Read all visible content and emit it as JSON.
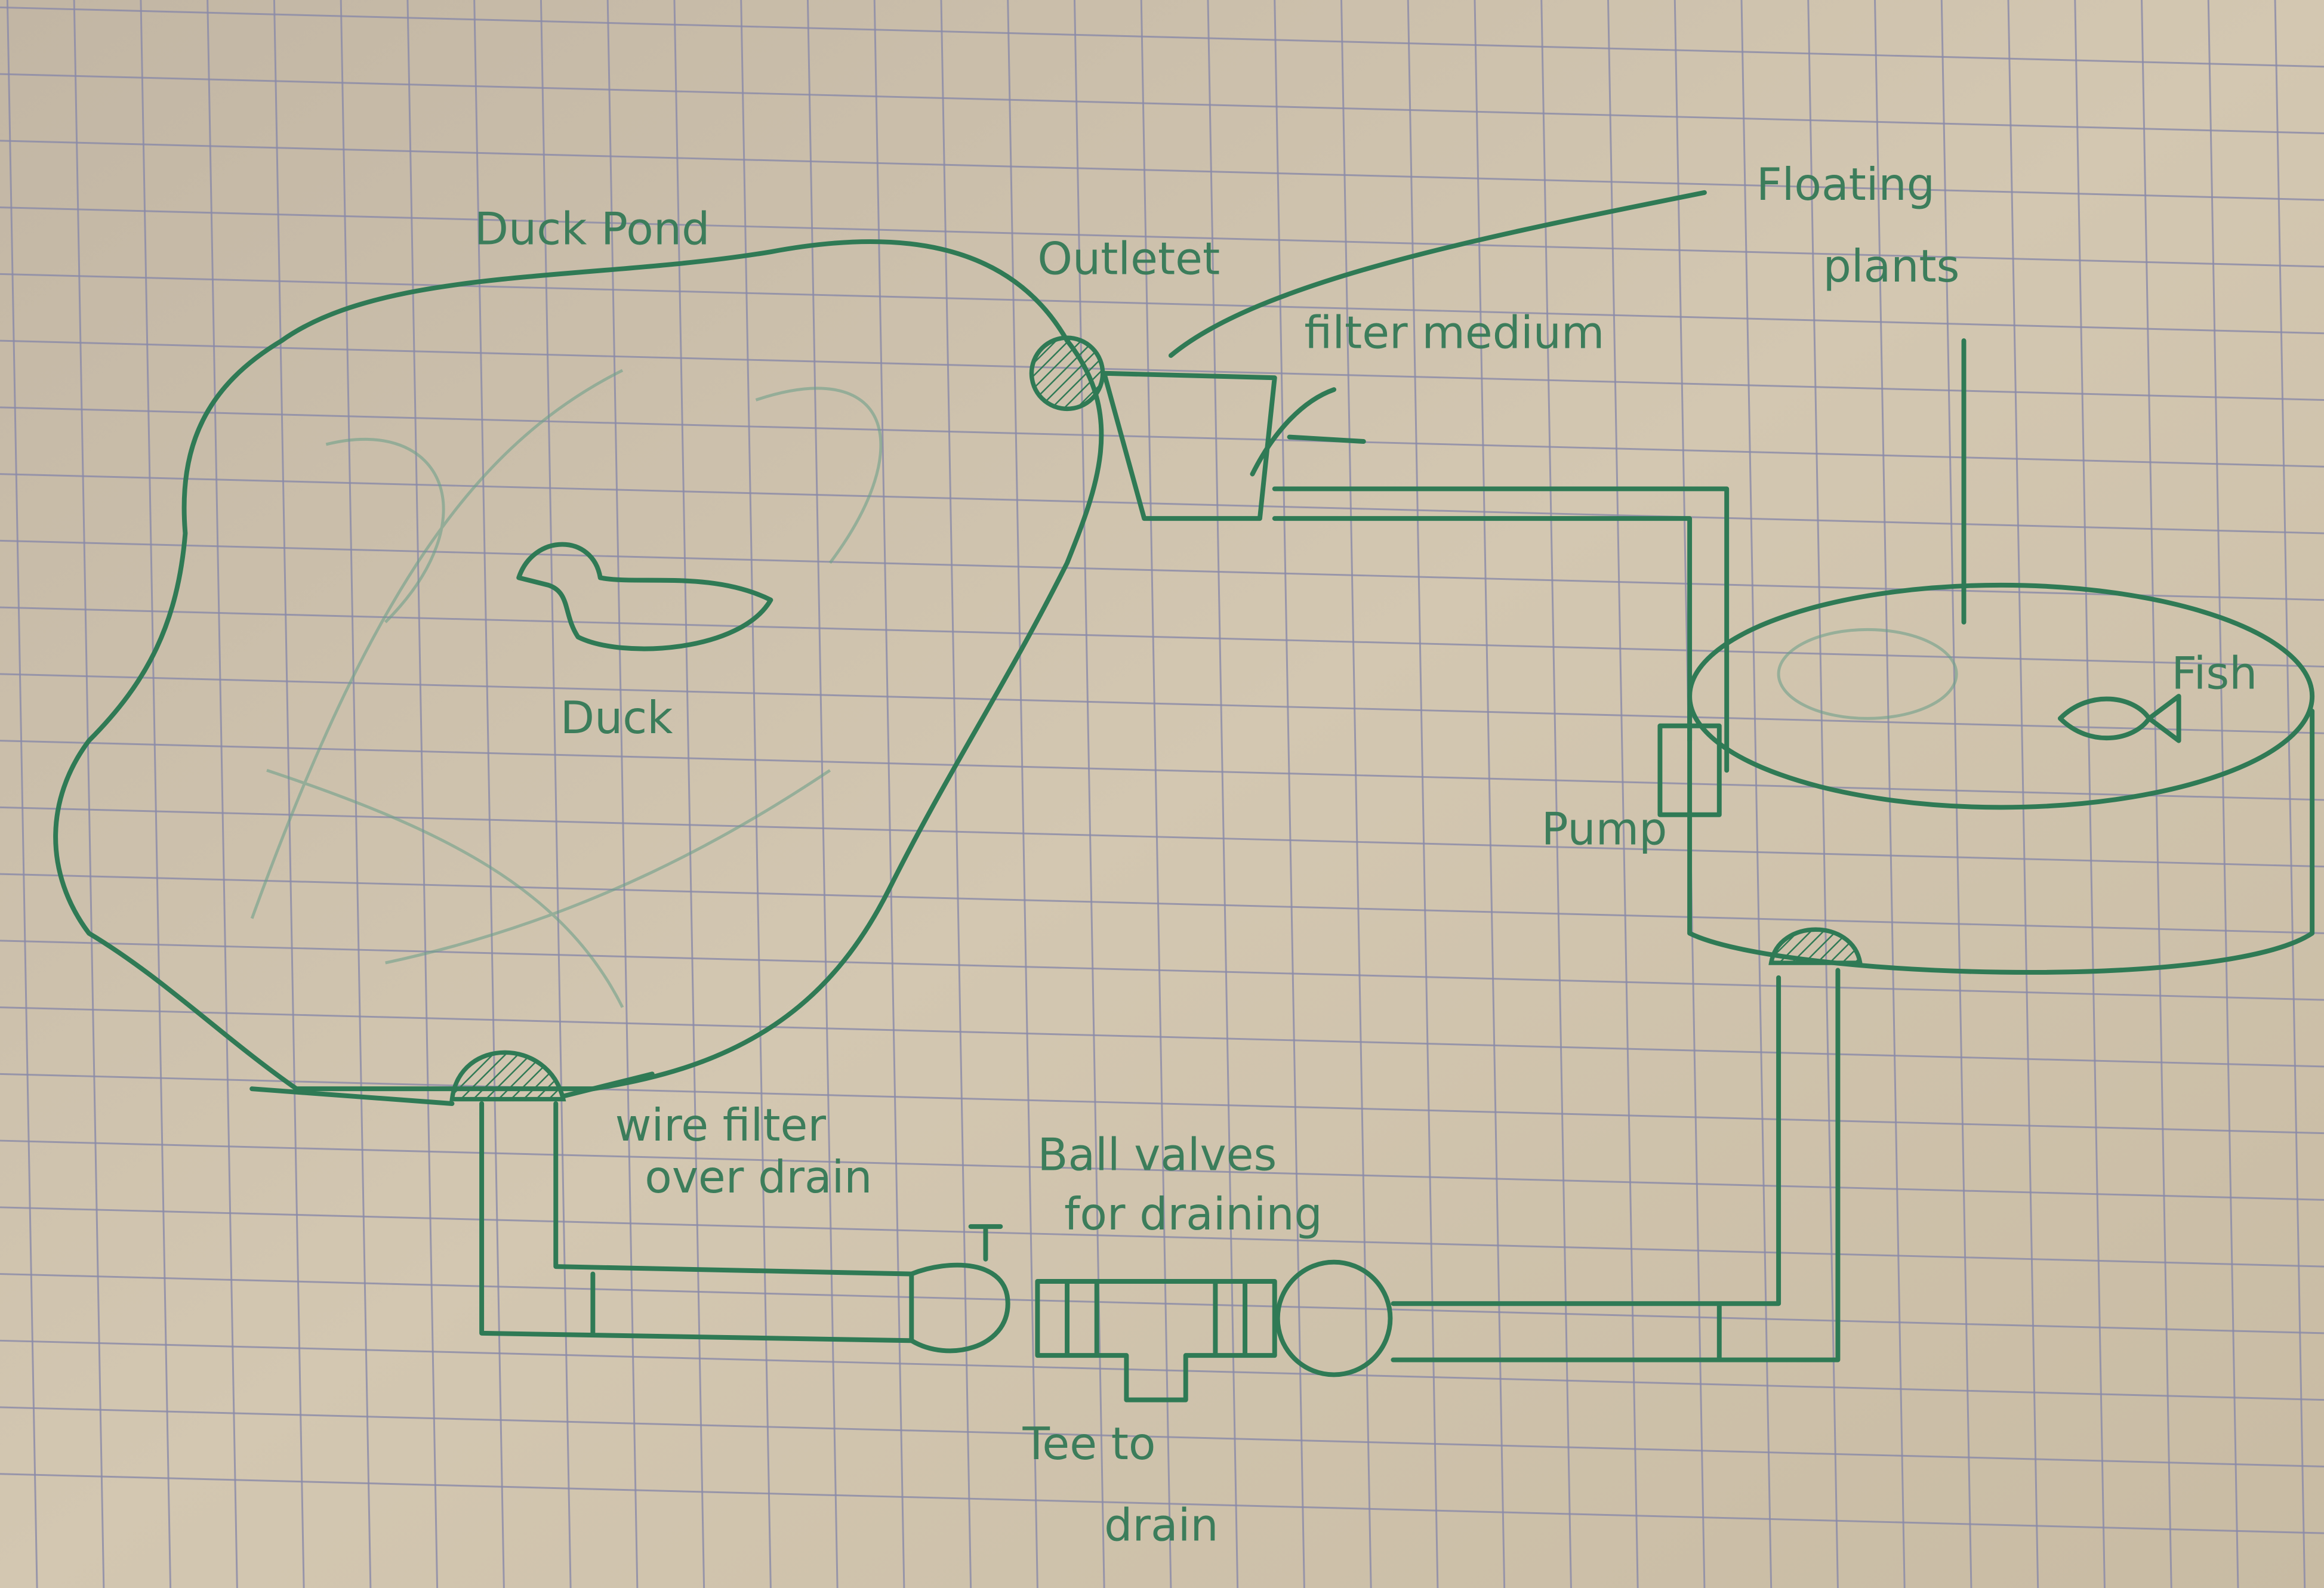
{
  "diagram": {
    "labels": {
      "duck_pond": "Duck Pond",
      "outlet": "Outletet",
      "floating_plants_1": "Floating",
      "floating_plants_2": "plants",
      "filter_medium": "filter medium",
      "duck": "Duck",
      "fish": "Fish",
      "pump": "Pump",
      "wire_filter_1": "wire filter",
      "wire_filter_2": "over drain",
      "ball_valves_1": "Ball valves",
      "ball_valves_2": "for draining",
      "tee_1": "Tee to",
      "tee_2": "drain"
    },
    "colors": {
      "ink": "#2f7a55",
      "paper": "#c9bca6",
      "grid": "#8a8aa8"
    }
  }
}
